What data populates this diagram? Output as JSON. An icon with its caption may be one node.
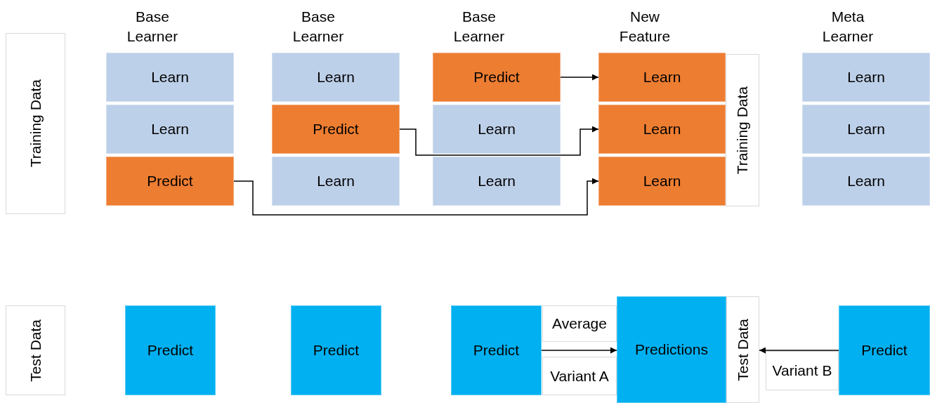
{
  "diagram": {
    "nodes": [
      {
        "text": [
          "Training Data"
        ]
      },
      {
        "text": [
          "Learn"
        ]
      },
      {
        "text": [
          "Learn"
        ]
      },
      {
        "text": [
          "Predict"
        ]
      },
      {
        "text": [
          "Learn"
        ]
      },
      {
        "text": [
          "Training Data"
        ]
      },
      {
        "text": [
          "Learn"
        ]
      },
      {
        "text": [
          "Learn"
        ]
      },
      {
        "text": [
          "Predict"
        ]
      },
      {
        "text": [
          "Learn"
        ]
      },
      {
        "text": [
          "Learn"
        ]
      },
      {
        "text": [
          "Learn"
        ]
      },
      {
        "text": [
          "Predict"
        ]
      },
      {
        "text": [
          "Learn"
        ]
      },
      {
        "text": [
          "Learn"
        ]
      },
      {
        "text": [
          "Learn"
        ]
      },
      {
        "text": [
          "Learn"
        ]
      },
      {
        "text": [
          "Test Data"
        ]
      },
      {
        "text": [
          "Predict"
        ]
      },
      {
        "text": [
          "Predict"
        ]
      },
      {
        "text": [
          "Predict"
        ]
      },
      {
        "text": [
          "Average"
        ]
      },
      {
        "text": [
          "Variant A"
        ]
      },
      {
        "text": [
          "Predictions"
        ]
      },
      {
        "text": [
          "Test Data"
        ]
      },
      {
        "text": [
          "Variant B"
        ]
      },
      {
        "text": [
          "Predict"
        ]
      }
    ],
    "edges": [
      {
        "from": 3,
        "to": 4,
        "arrow": "to"
      },
      {
        "from": 8,
        "to": 10,
        "arrow": "to"
      },
      {
        "from": 12,
        "to": 15,
        "arrow": "to"
      },
      {
        "from": 20,
        "to": 23,
        "arrow": "to"
      },
      {
        "from": 26,
        "to": 24,
        "arrow": "to"
      }
    ],
    "labels": [
      "Base Learner",
      "Base Learner",
      "Base Learner",
      "New Feature",
      "Meta Learner"
    ]
  }
}
